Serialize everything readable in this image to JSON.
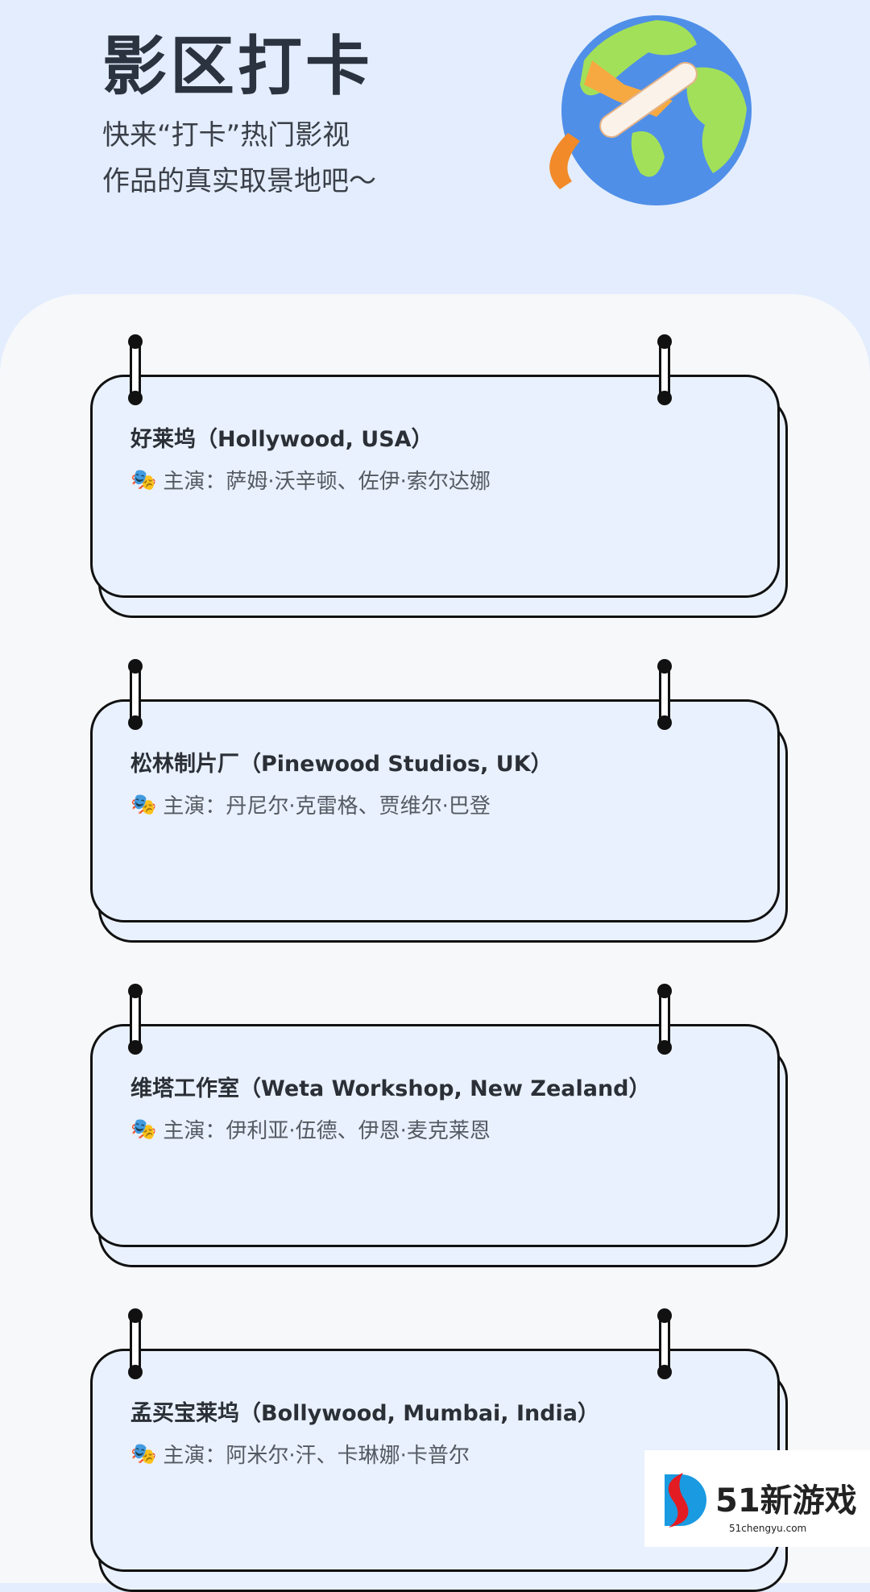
{
  "header": {
    "title": "影区打卡",
    "subtitle_lines": [
      "快来“打卡”热门影视",
      "作品的真实取景地吧～"
    ]
  },
  "cards": [
    {
      "title": "好莱坞（Hollywood, USA）",
      "cast": "主演：萨姆·沃辛顿、佐伊·索尔达娜"
    },
    {
      "title": "松林制片厂（Pinewood Studios, UK）",
      "cast": "主演：丹尼尔·克雷格、贾维尔·巴登"
    },
    {
      "title": "维塔工作室（Weta Workshop, New Zealand）",
      "cast": "主演：伊利亚·伍德、伊恩·麦克莱恩"
    },
    {
      "title": "孟买宝莱坞（Bollywood, Mumbai, India）",
      "cast": "主演：阿米尔·汗、卡琳娜·卡普尔"
    }
  ],
  "watermark": {
    "brand": "51新游戏",
    "url": "51chengyu.com"
  },
  "icons": {
    "cast": "theater-masks-icon",
    "hero": "globe-airplane-icon"
  }
}
